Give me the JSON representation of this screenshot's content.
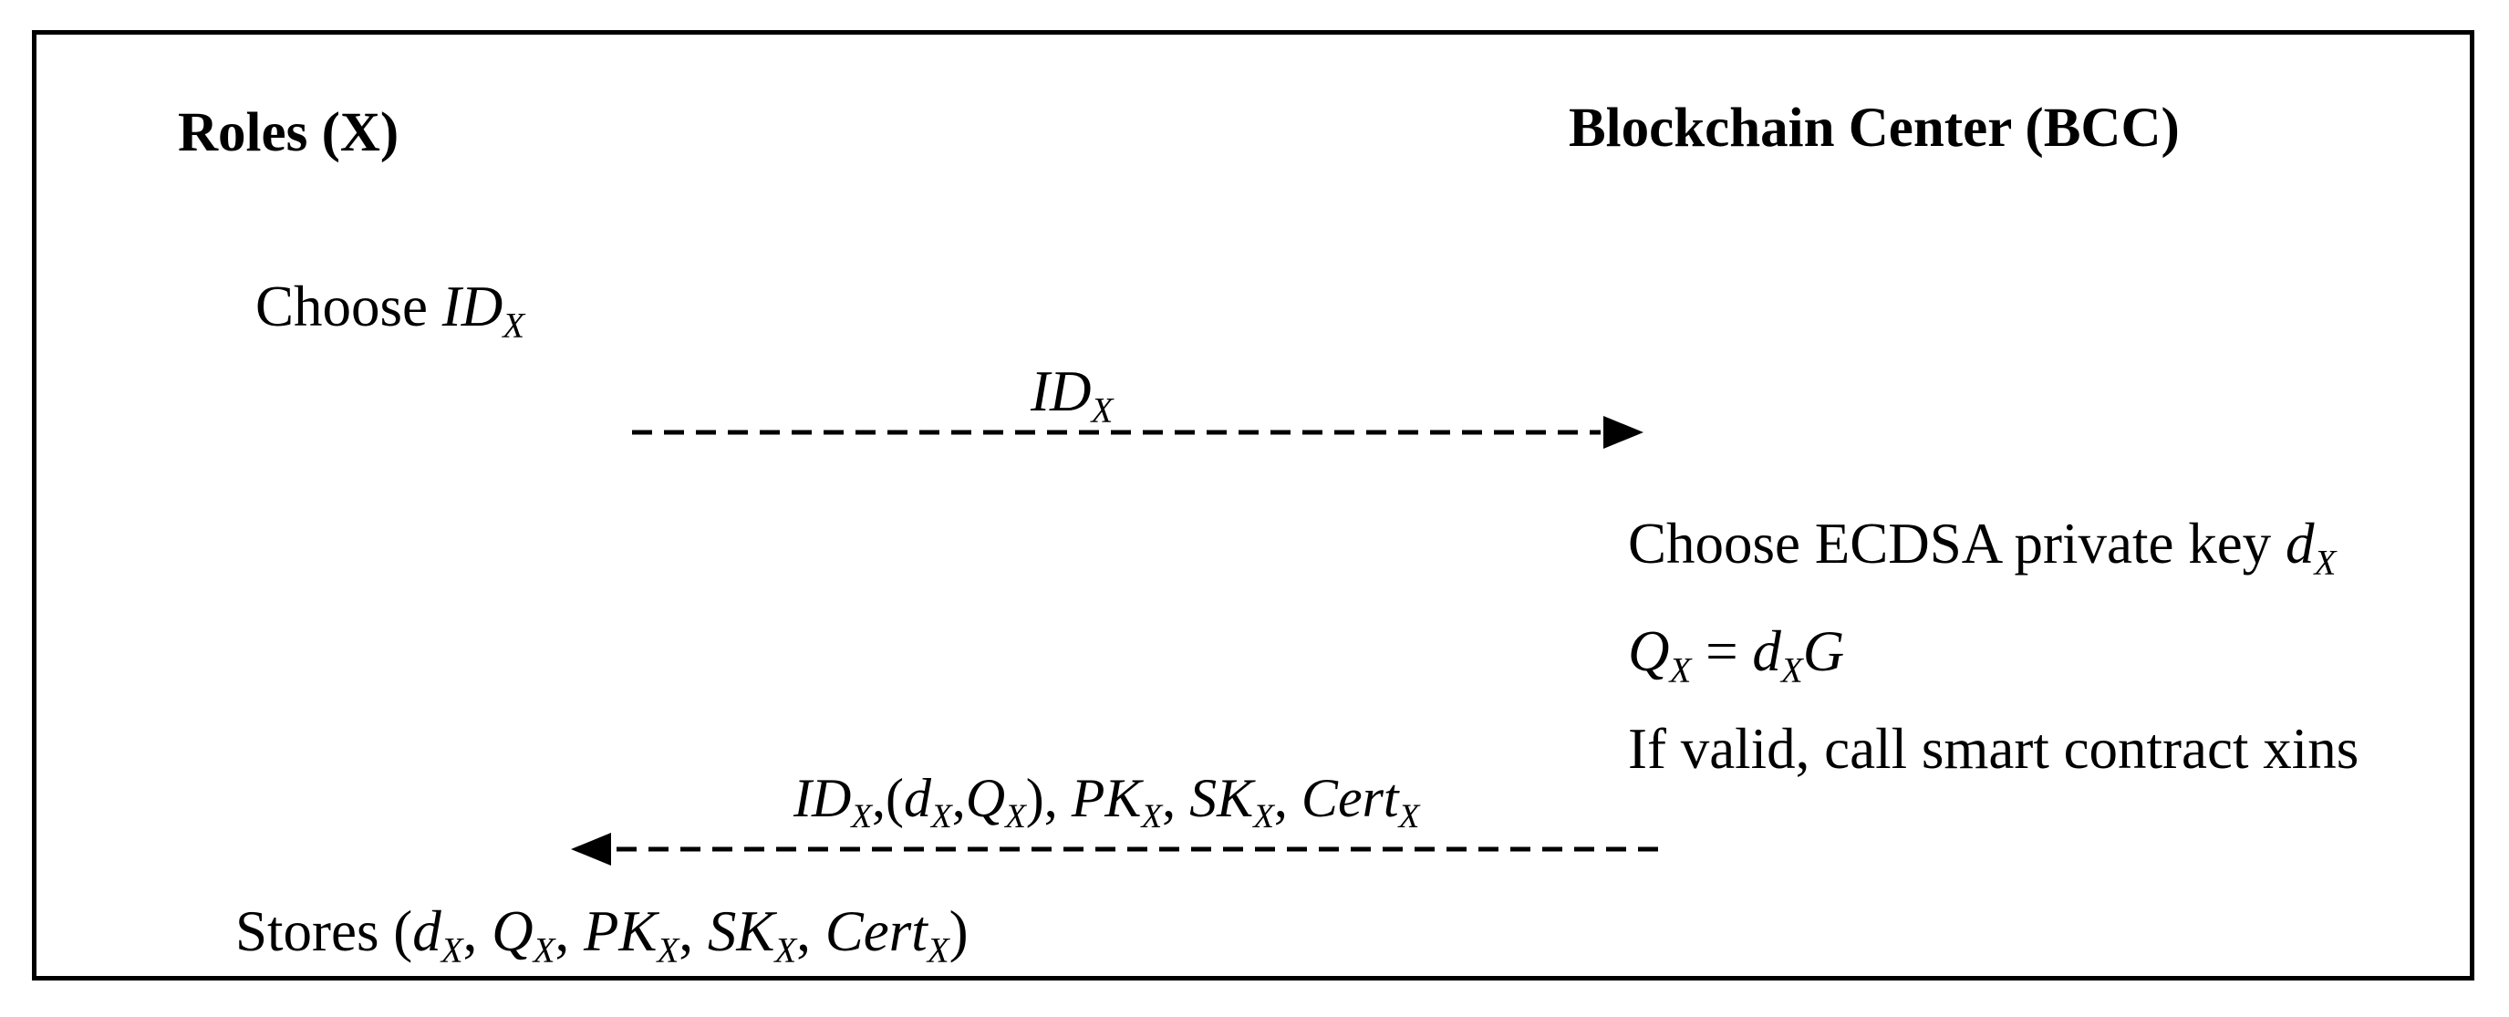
{
  "roles": {
    "title": "Roles (X)"
  },
  "bcc": {
    "title": "Blockchain Center (BCC)"
  },
  "step_choose_id": {
    "text": "Choose ",
    "sym": "ID",
    "sub": "X"
  },
  "message_1": {
    "sym": "ID",
    "sub": "X"
  },
  "step_private_key": {
    "text": "Choose ECDSA private key ",
    "sym": "d",
    "sub": "X"
  },
  "step_public_key": {
    "lhs": "Q",
    "lhs_sub": "X",
    "eq": " = ",
    "rhs": "d",
    "rhs_sub": "X",
    "rhs_tail": "G"
  },
  "step_valid": {
    "text": "If valid, call smart contract xins"
  },
  "message_2": {
    "id": "ID",
    "id_sub": "X",
    "p1": ",(",
    "d": "d",
    "d_sub": "X",
    "c1": ",",
    "q": "Q",
    "q_sub": "X",
    "p2": "), ",
    "pk": "PK",
    "pk_sub": "X",
    "c2": ", ",
    "sk": "SK",
    "sk_sub": "X",
    "c3": ", ",
    "cert": "Cert",
    "cert_sub": "X"
  },
  "stores": {
    "label": "Stores ",
    "open": "(",
    "d": "d",
    "d_sub": "X",
    "c1": ", ",
    "q": "Q",
    "q_sub": "X",
    "c2": ", ",
    "pk": "PK",
    "pk_sub": "X",
    "c3": ", ",
    "sk": "SK",
    "sk_sub": "X",
    "c4": ", ",
    "cert": "Cert",
    "cert_sub": "X",
    "close": ")"
  }
}
